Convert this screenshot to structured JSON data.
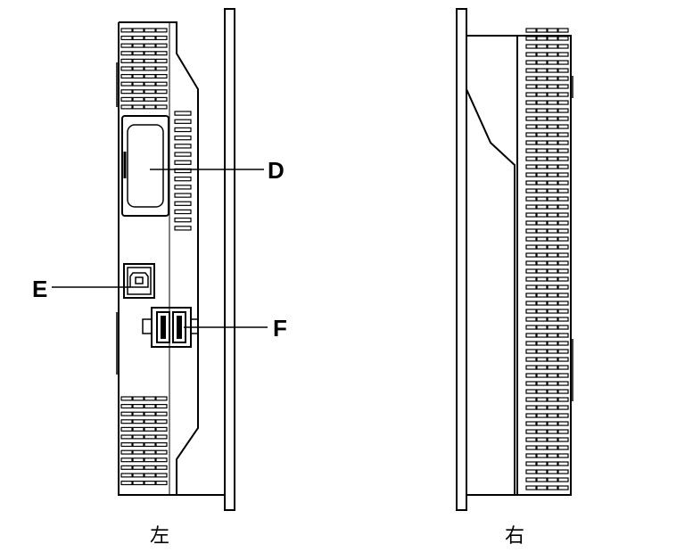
{
  "callouts": {
    "d": "D",
    "e": "E",
    "f": "F"
  },
  "views": {
    "left": "左",
    "right": "右"
  },
  "colors": {
    "ink": "#000000",
    "paper": "#ffffff"
  }
}
